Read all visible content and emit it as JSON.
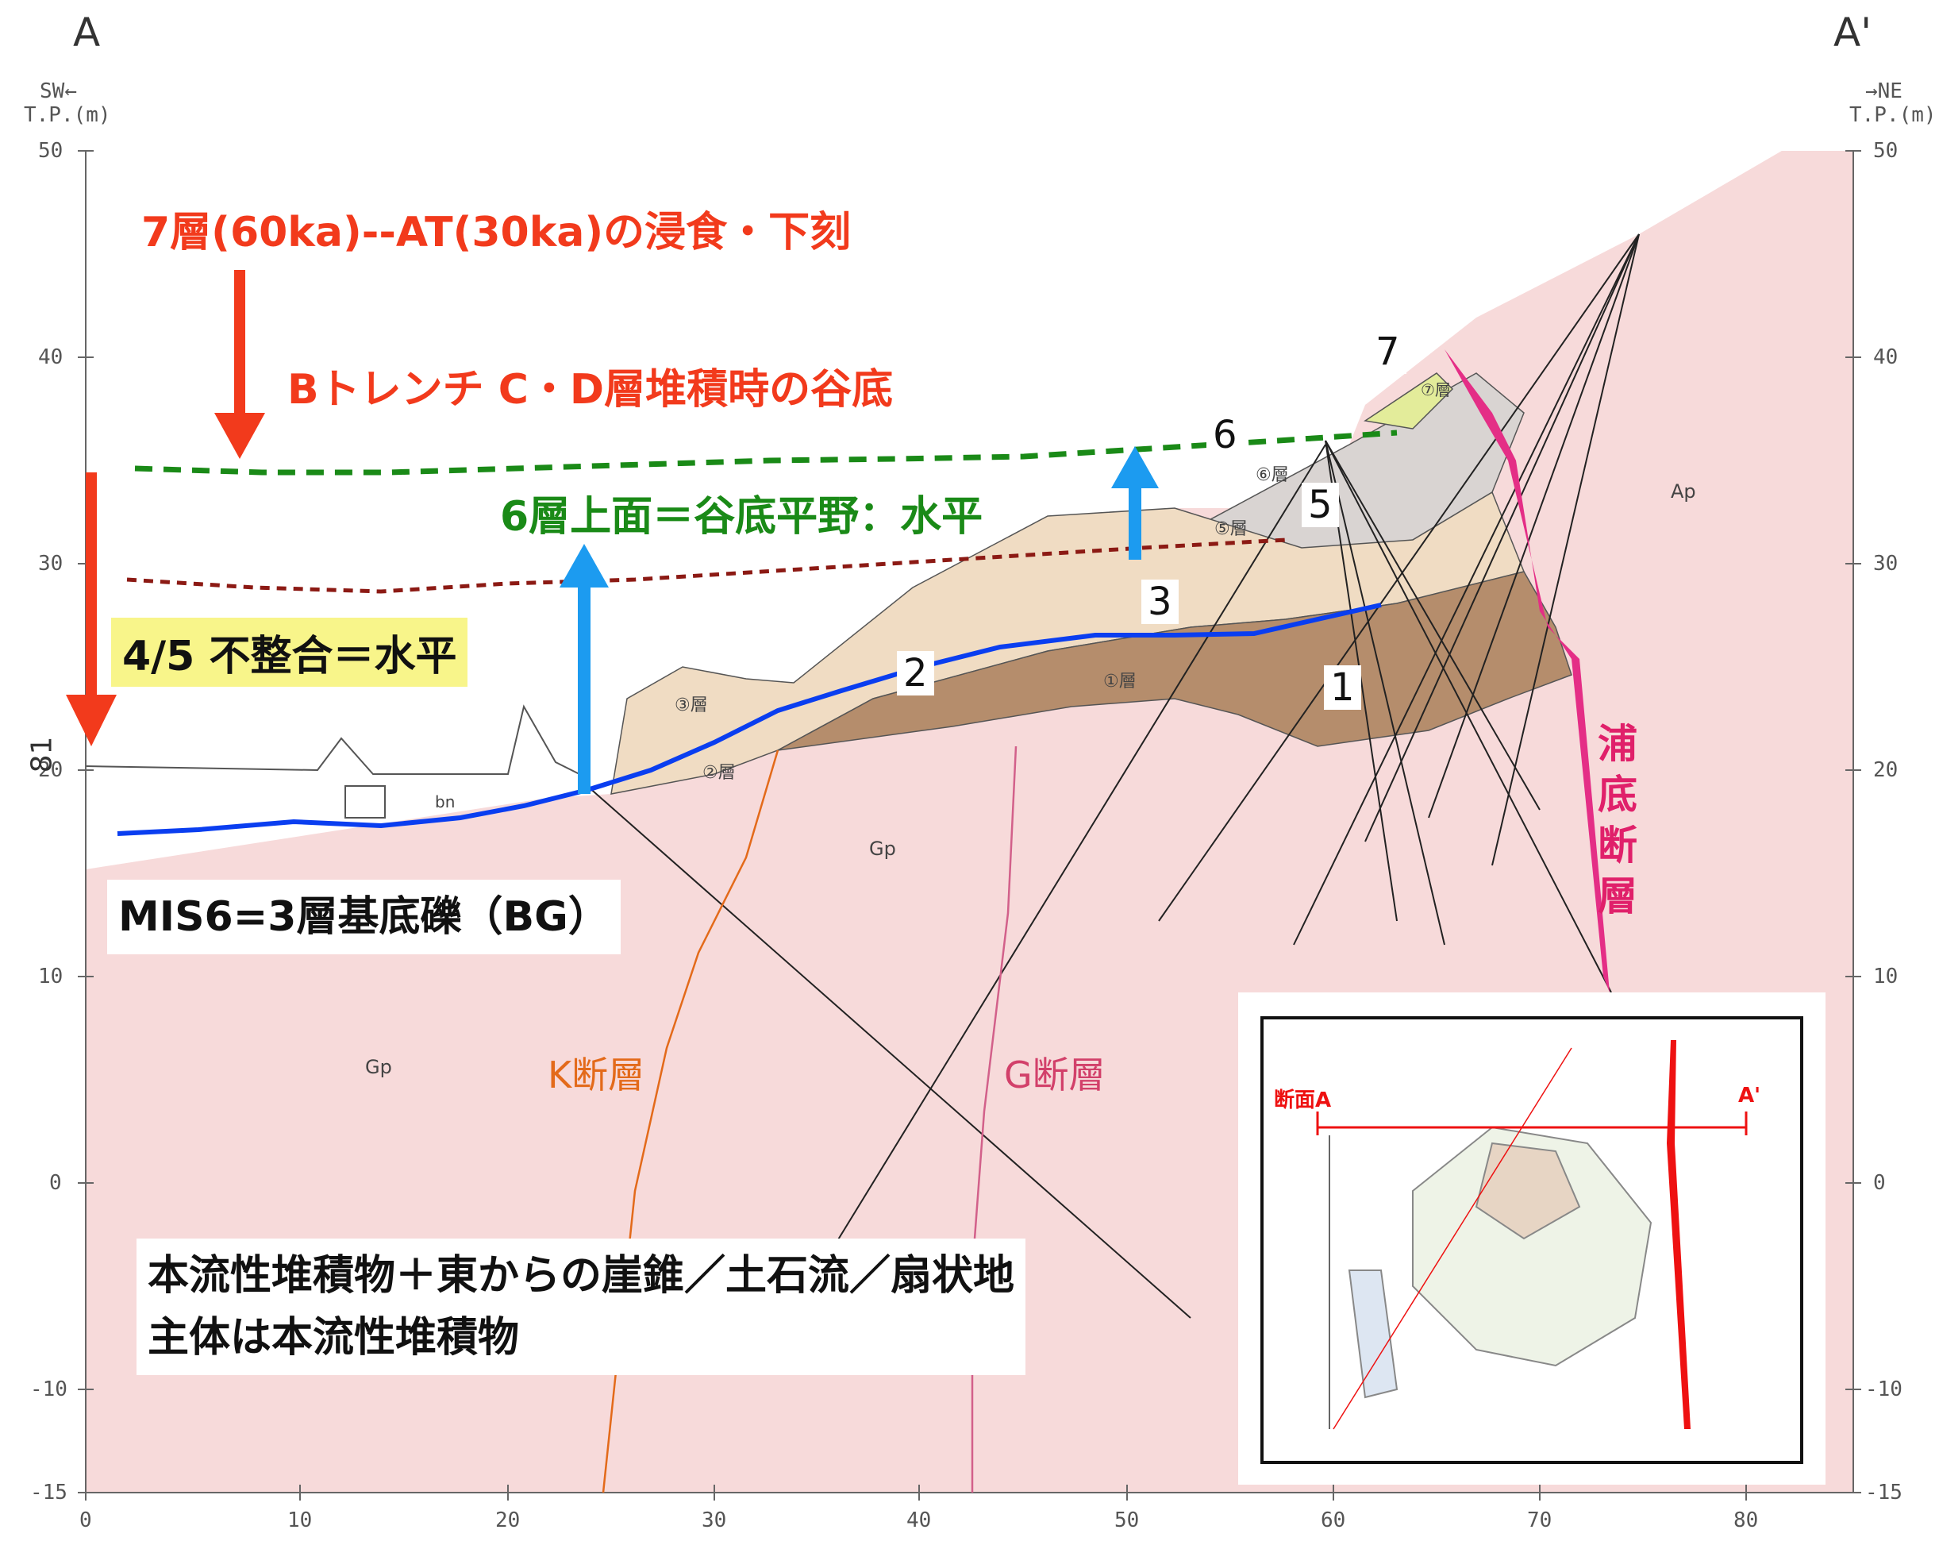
{
  "corner_labels": {
    "left": "A",
    "right": "A'"
  },
  "axis": {
    "left_header": [
      "SW←",
      "T.P.(m)"
    ],
    "right_header": [
      "→NE",
      "T.P.(m)"
    ],
    "y_ticks": [
      "50",
      "40",
      "30",
      "20",
      "10",
      "0",
      "-10",
      "-15"
    ],
    "x_ticks": [
      "0",
      "10",
      "20",
      "30",
      "40",
      "50",
      "60",
      "70",
      "80"
    ],
    "side_mark": "81"
  },
  "annotations": {
    "title_red": "7層(60ka)--AT(30ka)の浸食・下刻",
    "trench_red": "Bトレンチ C・D層堆積時の谷底",
    "green_note": "6層上面＝谷底平野：水平",
    "yellow_note": "4/5 不整合＝水平",
    "mis_note": "MIS6=3層基底礫（BG）",
    "bottom_note_line1": "本流性堆積物＋東からの崖錐／土石流／扇状地",
    "bottom_note_line2": "主体は本流性堆積物"
  },
  "layer_numbers": [
    "7",
    "6",
    "5",
    "3",
    "2",
    "1"
  ],
  "faults": {
    "k": "K断層",
    "g": "G断層",
    "urazoko": "浦底断層"
  },
  "unit_labels": {
    "gp_upper": "Gp",
    "gp_lower": "Gp",
    "ap": "Ap",
    "layer3": "③層",
    "layer2": "②層",
    "layer1": "①層",
    "layer5": "⑤層",
    "layer6": "⑥層",
    "layer7": "⑦層",
    "bn": "bn"
  },
  "inset": {
    "left_label": "断面A",
    "right_label": "A'"
  },
  "colors": {
    "pink_bg": "#f7dada",
    "brown": "#b58d6c",
    "beige": "#f0dcc3",
    "grey": "#d9d4d2",
    "yellow_green": "#e3ec9a",
    "blue_line": "#0a3ef0",
    "blue_arrow": "#1c9bf0",
    "red": "#f23a1c",
    "green": "#1a8a17",
    "dark_red": "#8c1a14",
    "fault_pink": "#e42e86"
  }
}
